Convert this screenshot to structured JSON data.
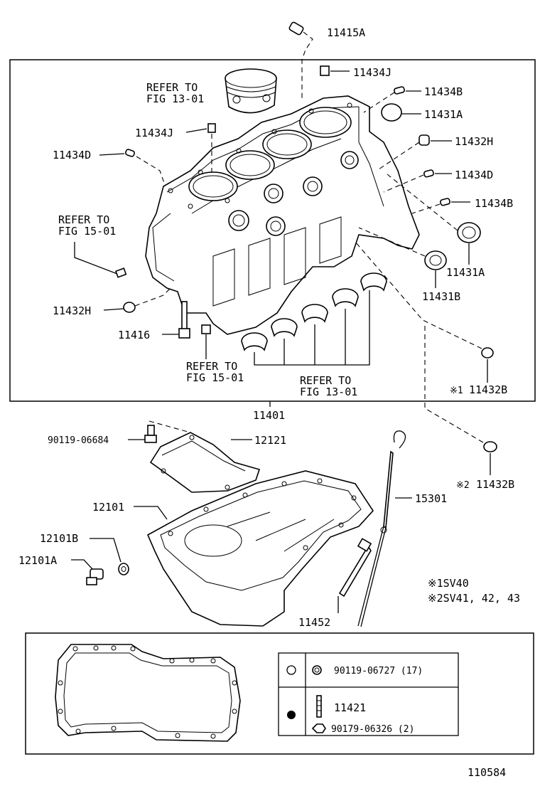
{
  "labels": {
    "p11415A": "11415A",
    "p11434J_top": "11434J",
    "p11434B_top": "11434B",
    "p11431A_top": "11431A",
    "p11432H_right": "11432H",
    "p11434D_right": "11434D",
    "p11434B_right": "11434B",
    "p11431A_right": "11431A",
    "p11431B": "11431B",
    "p11432B_1": "11432B",
    "p11432B_2": "11432B",
    "p11434J_left": "11434J",
    "p11434D_left": "11434D",
    "p11432H_left": "11432H",
    "p11416": "11416",
    "p11401": "11401",
    "p90119_06684": "90119-06684",
    "p12121": "12121",
    "p12101": "12101",
    "p12101B": "12101B",
    "p12101A": "12101A",
    "p15301": "15301",
    "p11452": "11452",
    "p11421": "11421",
    "p90119_06727": "90119-06727 (17)",
    "p90179_06326": "90179-06326 (2)"
  },
  "refs": {
    "piston_line1": "REFER TO",
    "piston_line2": "FIG 13-01",
    "left_line1": "REFER TO",
    "left_line2": "FIG 15-01",
    "bottom_left_line1": "REFER TO",
    "bottom_left_line2": "FIG 15-01",
    "bottom_right_line1": "REFER TO",
    "bottom_right_line2": "FIG 13-01"
  },
  "notes": {
    "mark1": "※1",
    "mark2": "※2",
    "note1": "※1SV40",
    "note2": "※2SV41, 42, 43"
  },
  "figure_number": "110584"
}
